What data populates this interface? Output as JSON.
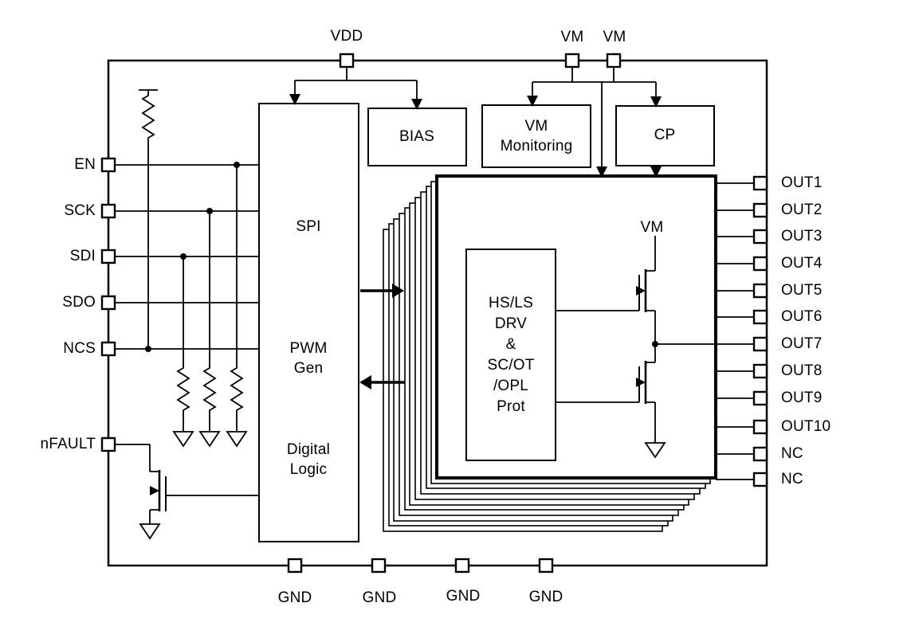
{
  "pins": {
    "top": [
      "VDD",
      "VM",
      "VM"
    ],
    "left": [
      "EN",
      "SCK",
      "SDI",
      "SDO",
      "NCS",
      "nFAULT"
    ],
    "right": [
      "OUT1",
      "OUT2",
      "OUT3",
      "OUT4",
      "OUT5",
      "OUT6",
      "OUT7",
      "OUT8",
      "OUT9",
      "OUT10",
      "NC",
      "NC"
    ],
    "bottom": [
      "GND",
      "GND",
      "GND",
      "GND"
    ]
  },
  "blocks": {
    "spi": "SPI",
    "pwm_gen": {
      "lines": [
        "PWM",
        "Gen"
      ]
    },
    "digital_logic": {
      "lines": [
        "Digital",
        "Logic"
      ]
    },
    "bias": "BIAS",
    "vm_monitoring": {
      "lines": [
        "VM",
        "Monitoring"
      ]
    },
    "cp": "CP",
    "gate_driver": {
      "lines": [
        "HS/LS",
        "DRV",
        "&",
        "SC/OT",
        "/OPL",
        "Prot"
      ]
    },
    "vm_net": "VM"
  },
  "symbols": {
    "resistor": "zigzag",
    "ground": "open-triangle-down",
    "transistor": "nmos-mosfet",
    "junction": "filled-dot",
    "flow_arrow": "filled-triangle"
  },
  "colors": {
    "line": "#000000",
    "background": "#ffffff"
  }
}
